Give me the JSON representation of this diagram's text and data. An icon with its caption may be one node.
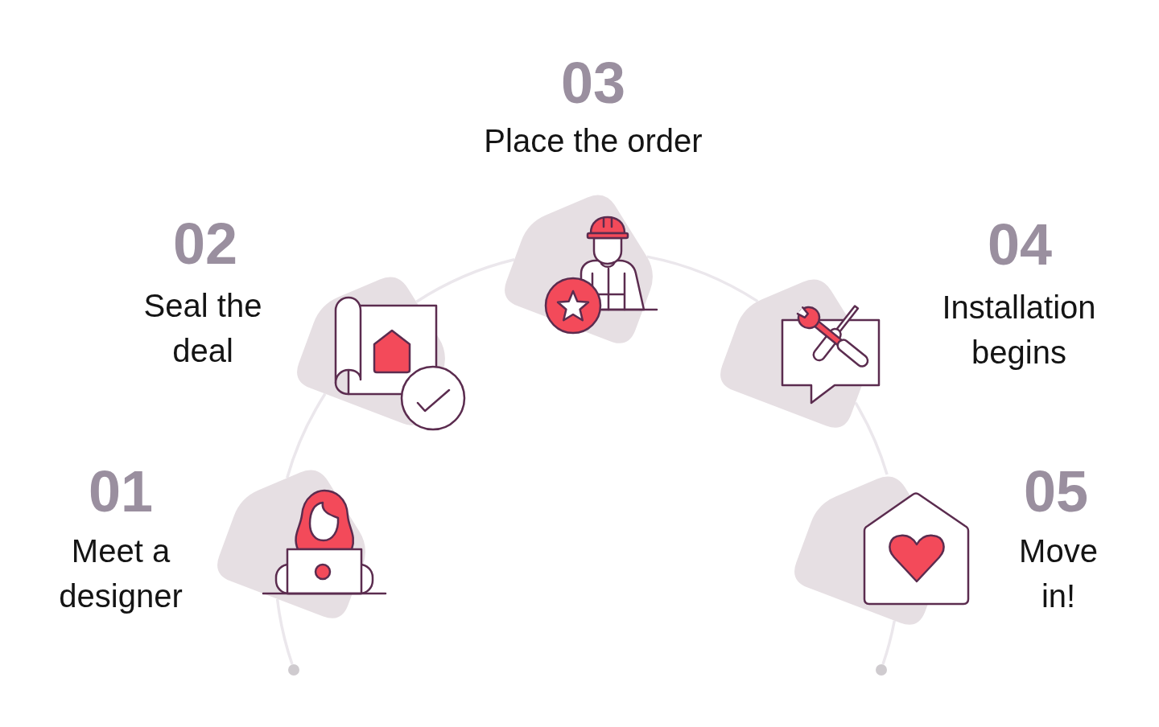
{
  "diagram": {
    "nodes": [
      {
        "text": [],
        "shape": "circle"
      },
      {
        "text": [
          "01",
          "Meet a designer"
        ]
      },
      {
        "text": [
          "02",
          "Seal the deal"
        ]
      },
      {
        "text": [
          "03",
          "Place the order"
        ]
      },
      {
        "text": [
          "04",
          "Installation begins"
        ]
      },
      {
        "text": [
          "05",
          "Move in!"
        ]
      },
      {
        "text": [],
        "shape": "circle"
      }
    ],
    "edges": [
      {
        "from": 0,
        "to": 1,
        "arrow": "none"
      },
      {
        "from": 1,
        "to": 2,
        "arrow": "none"
      },
      {
        "from": 2,
        "to": 3,
        "arrow": "none"
      },
      {
        "from": 3,
        "to": 4,
        "arrow": "none"
      },
      {
        "from": 4,
        "to": 5,
        "arrow": "none"
      },
      {
        "from": 5,
        "to": 6,
        "arrow": "none"
      }
    ]
  }
}
